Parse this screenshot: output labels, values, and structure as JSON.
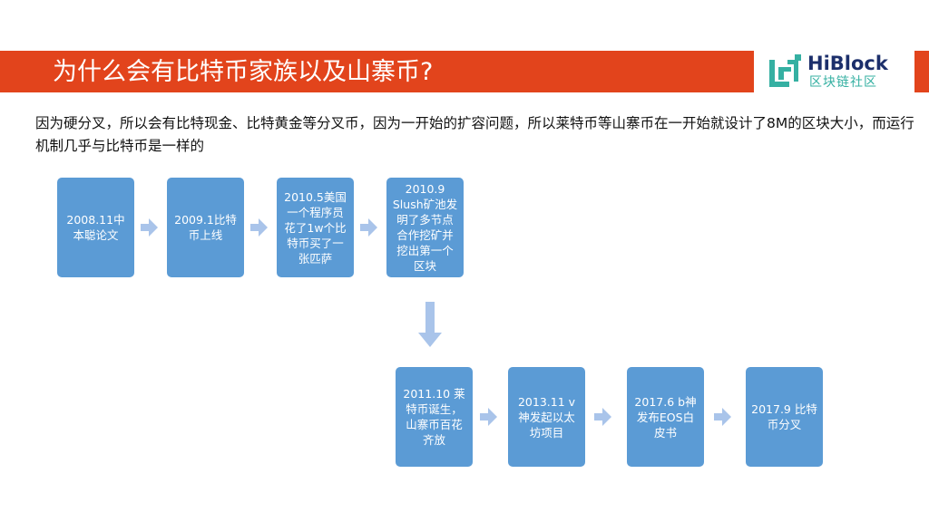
{
  "slide": {
    "title": "为什么会有比特币家族以及山寨币?",
    "description": "因为硬分叉，所以会有比特现金、比特黄金等分叉币，因为一开始的扩容问题，所以莱特币等山寨币在一开始就设计了8M的区块大小，而运行机制几乎与比特币是一样的"
  },
  "logo": {
    "name": "HiBlock",
    "subtitle": "区块链社区"
  },
  "timeline": {
    "row1": [
      {
        "text": "2008.11中本聪论文"
      },
      {
        "text": "2009.1比特币上线"
      },
      {
        "text": "2010.5美国一个程序员花了1w个比特币买了一张匹萨"
      },
      {
        "text": "2010.9 Slush矿池发明了多节点合作挖矿并挖出第一个区块"
      }
    ],
    "row2": [
      {
        "text": "2011.10 莱特币诞生，山寨币百花齐放"
      },
      {
        "text": "2013.11 v神发起以太坊项目"
      },
      {
        "text": "2017.6 b神发布EOS白皮书"
      },
      {
        "text": "2017.9 比特币分叉"
      }
    ]
  },
  "colors": {
    "accent": "#e2441c",
    "step": "#5b9bd5",
    "arrow": "#a9c4ea",
    "logo_teal": "#35b0a2",
    "logo_navy": "#1c2f6b"
  },
  "icons": {
    "connector": "arrow-right-icon",
    "row_link": "arrow-down-icon"
  }
}
